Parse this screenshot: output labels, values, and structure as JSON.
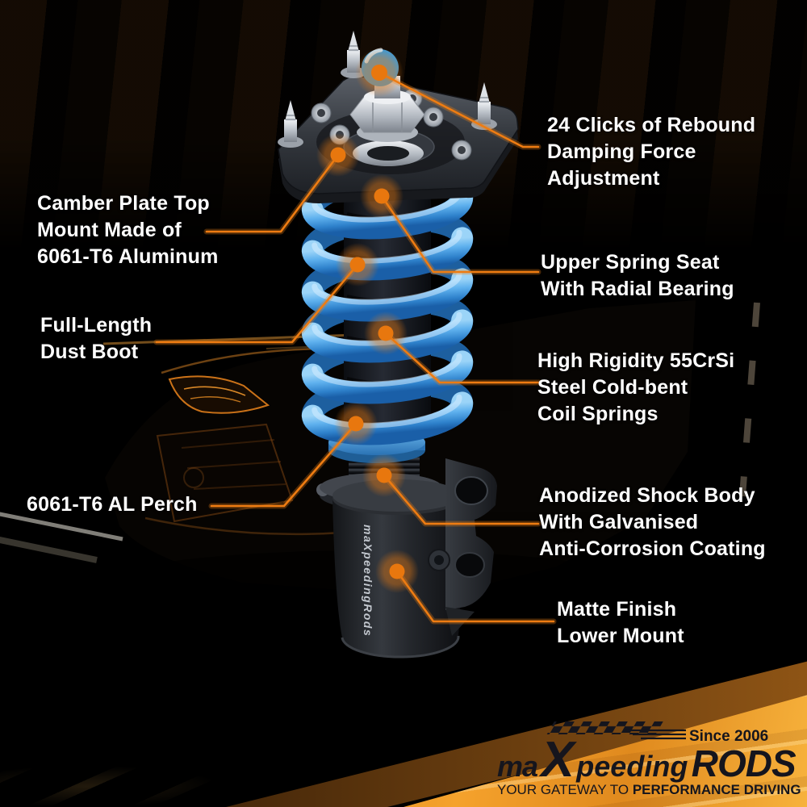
{
  "callouts": {
    "rebound": {
      "text": "24 Clicks of Rebound\nDamping Force\nAdjustment"
    },
    "camber_plate": {
      "text": "Camber Plate Top\nMount Made of\n6061-T6 Aluminum"
    },
    "upper_seat": {
      "text": "Upper Spring Seat\nWith Radial Bearing"
    },
    "dust_boot": {
      "text": "Full-Length\nDust Boot"
    },
    "coil_springs": {
      "text": "High Rigidity 55CrSi\nSteel Cold-bent\nCoil Springs"
    },
    "perch": {
      "text": "6061-T6 AL Perch"
    },
    "shock_body": {
      "text": "Anodized Shock Body\nWith Galvanised\nAnti-Corrosion Coating"
    },
    "lower_mount": {
      "text": "Matte Finish\nLower Mount"
    }
  },
  "brand": {
    "logo_ma": "ma",
    "logo_x": "X",
    "logo_peeding": "peeding",
    "logo_rods": "RODS",
    "since": "Since 2006",
    "tagline_regular": "YOUR GATEWAY TO ",
    "tagline_bold": "PERFORMANCE DRIVING",
    "shock_body_print": "maXpeedingRods"
  },
  "colors": {
    "accent_orange": "#ee7c12",
    "spring_blue": "#4aa6e8",
    "label_white": "#ffffff",
    "banner_orange": "#f5a22c",
    "logo_dark": "#15151d"
  }
}
